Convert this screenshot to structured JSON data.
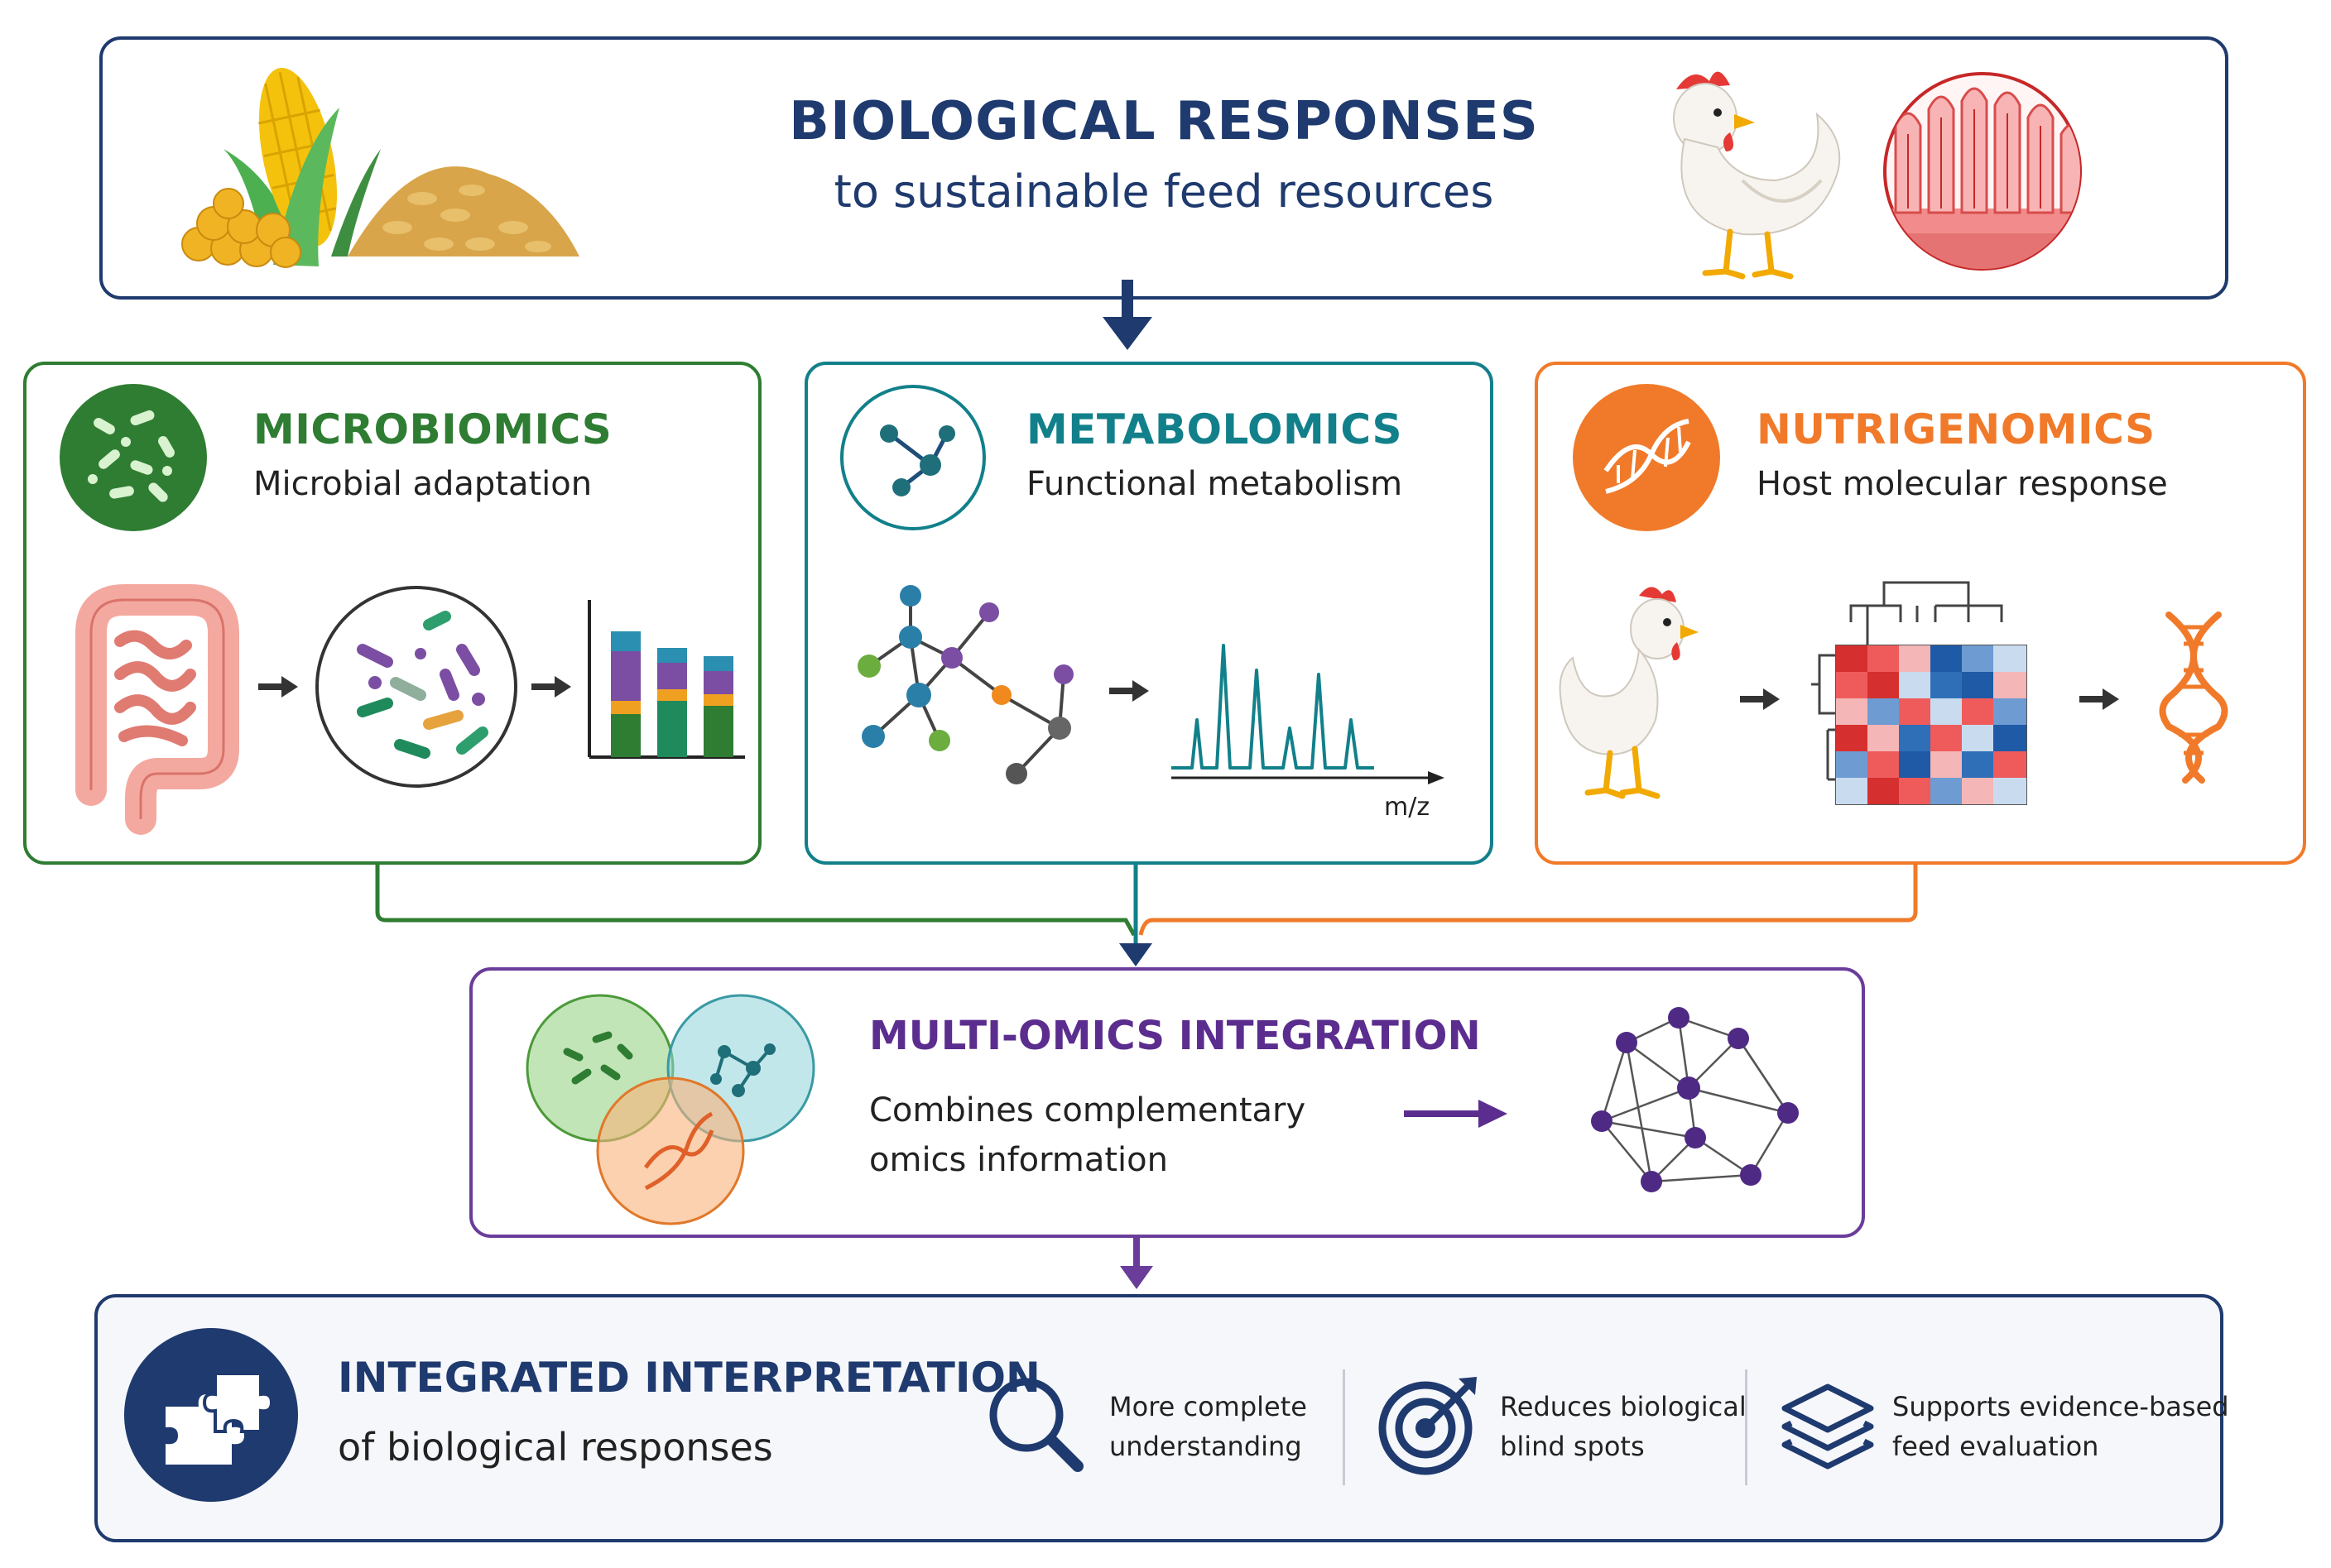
{
  "header": {
    "title": "BIOLOGICAL RESPONSES",
    "subtitle": "to sustainable feed resources"
  },
  "panels": {
    "microbiomics": {
      "title": "MICROBIOMICS",
      "subtitle": "Microbial adaptation",
      "color": "#2e7d32"
    },
    "metabolomics": {
      "title": "METABOLOMICS",
      "subtitle": "Functional metabolism",
      "color": "#12808a",
      "axis_label": "m/z"
    },
    "nutrigenomics": {
      "title": "NUTRIGENOMICS",
      "subtitle": "Host molecular response",
      "color": "#f07a2a"
    }
  },
  "integration": {
    "title": "MULTI-OMICS INTEGRATION",
    "description_line1": "Combines complementary",
    "description_line2": "omics information",
    "color": "#6a3d9a"
  },
  "interpretation": {
    "title": "INTEGRATED INTERPRETATION",
    "subtitle": "of biological responses",
    "color": "#1f3a6e",
    "benefits": [
      {
        "line1": "More complete",
        "line2": "understanding",
        "icon": "magnifier-icon"
      },
      {
        "line1": "Reduces biological",
        "line2": "blind spots",
        "icon": "target-icon"
      },
      {
        "line1": "Supports evidence-based",
        "line2": "feed evaluation",
        "icon": "layers-icon"
      }
    ]
  }
}
